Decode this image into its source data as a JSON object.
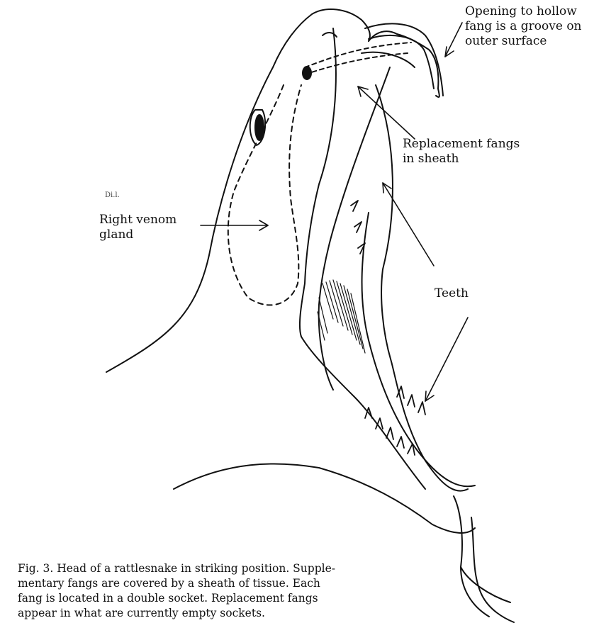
{
  "labels": {
    "opening": [
      "Opening to hollow",
      "fang is a groove on",
      "outer surface"
    ],
    "replacement": [
      "Replacement fangs",
      "in sheath"
    ],
    "venom": [
      "Right venom",
      "gland"
    ],
    "teeth": "Teeth",
    "stray": "Di.l."
  },
  "caption": [
    "Fig. 3. Head of a rattlesnake in striking position. Supple-",
    "mentary fangs are covered by a sheath of tissue. Each",
    "fang is located in a double socket. Replacement fangs",
    "appear in what are currently empty sockets."
  ],
  "colors": {
    "ink": "#111111",
    "background": "#ffffff"
  }
}
